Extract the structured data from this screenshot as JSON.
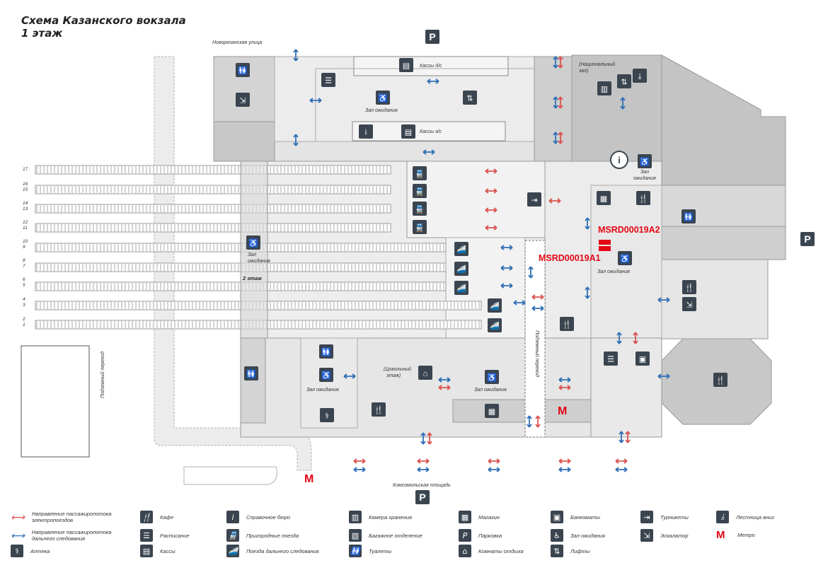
{
  "title": {
    "line1": "Схема Казанского вокзала",
    "line2": "1 этаж"
  },
  "streets": {
    "top": "Новорязанская улица",
    "bottom": "Комсомольская площадь",
    "left_tunnel": "Подземный переход",
    "mid_tunnel": "Подземный переход"
  },
  "track_numbers": [
    "17",
    "16",
    "15",
    "14",
    "13",
    "12",
    "11",
    "10",
    "9",
    "8",
    "7",
    "6",
    "5",
    "4",
    "3",
    "2",
    "1"
  ],
  "map_labels": {
    "kassy_de": "Кассы д/с",
    "kassy_ee": "Кассы э/с",
    "zal_ozhidaniya": "Зал ожидания",
    "zal_2etazh_a": "Зал",
    "zal_2etazh_b": "ожидания",
    "etazh2": "2 этаж",
    "national_hall_a": "(Национальный",
    "national_hall_b": "зал)",
    "zal_ozhid_right_a": "Зал",
    "zal_ozhid_right_b": "ожидания",
    "tsokolny_a": "(Цокольный",
    "tsokolny_b": "этаж)"
  },
  "markers": [
    {
      "code": "MSRD00019A2",
      "color": "#e30613"
    },
    {
      "code": "MSRD00019A1",
      "color": "#e30613"
    }
  ],
  "parking_letter": "P",
  "legend": [
    {
      "icon": "arrow-red-icon",
      "text": "Направление пассажиропотока электропоездов"
    },
    {
      "icon": "arrow-blue-icon",
      "text": "Направление пассажиропотока дальнего следования"
    },
    {
      "icon": "pharmacy-icon",
      "text": "Аптека"
    },
    {
      "icon": "cafe-icon",
      "text": "Кафе"
    },
    {
      "icon": "schedule-icon",
      "text": "Расписание"
    },
    {
      "icon": "ticket-office-icon",
      "text": "Кассы"
    },
    {
      "icon": "info-icon",
      "text": "Справочное бюро"
    },
    {
      "icon": "suburban-train-icon",
      "text": "Пригородные поезда"
    },
    {
      "icon": "long-distance-train-icon",
      "text": "Поезда дальнего следования"
    },
    {
      "icon": "luggage-storage-icon",
      "text": "Камера хранения"
    },
    {
      "icon": "baggage-icon",
      "text": "Багажное отделение"
    },
    {
      "icon": "toilet-icon",
      "text": "Туалеты"
    },
    {
      "icon": "shop-icon",
      "text": "Магазин"
    },
    {
      "icon": "parking-icon",
      "text": "Парковка"
    },
    {
      "icon": "rest-room-icon",
      "text": "Комнаты отдыха"
    },
    {
      "icon": "atm-icon",
      "text": "Банкоматы"
    },
    {
      "icon": "waiting-room-icon",
      "text": "Зал ожидания"
    },
    {
      "icon": "elevator-icon",
      "text": "Лифты"
    },
    {
      "icon": "turnstile-icon",
      "text": "Турникеты"
    },
    {
      "icon": "escalator-icon",
      "text": "Эскалатор"
    },
    {
      "icon": "stairs-down-icon",
      "text": "Лестница вниз"
    },
    {
      "icon": "metro-icon",
      "text": "Метро"
    }
  ],
  "colors": {
    "building": "#dcdcdc",
    "dark": "#c4c4c4",
    "icon": "#3b4550",
    "red": "#e30613",
    "blue": "#2e6fb5",
    "flow_red": "#d9534f"
  }
}
